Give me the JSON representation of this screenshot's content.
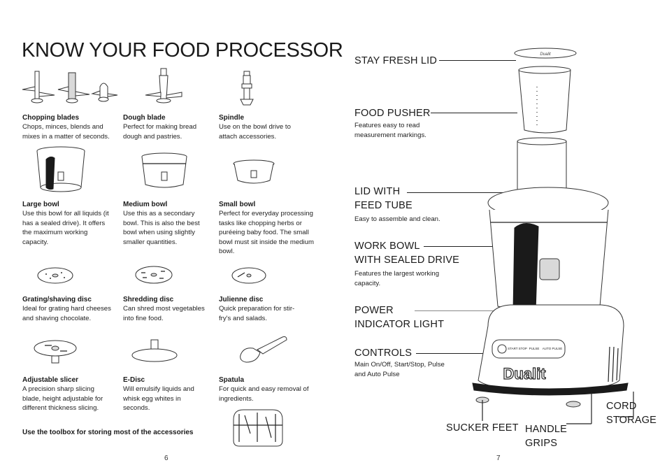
{
  "title": "KNOW YOUR FOOD PROCESSOR",
  "items": [
    {
      "name": "Chopping blades",
      "desc": "Chops, minces, blends and mixes in a matter of seconds."
    },
    {
      "name": "Dough blade",
      "desc": "Perfect for making bread dough and pastries."
    },
    {
      "name": "Spindle",
      "desc": "Use on the bowl drive to attach accessories."
    },
    {
      "name": "Large bowl",
      "desc": "Use this bowl for all liquids (it has a sealed drive). It offers the maximum working capacity."
    },
    {
      "name": "Medium bowl",
      "desc": "Use this as a secondary bowl. This is also the best bowl when using slightly smaller quantities."
    },
    {
      "name": "Small bowl",
      "desc": "Perfect for everyday processing tasks like chopping herbs or puréeing baby food. The small bowl must sit inside the medium bowl."
    },
    {
      "name": "Grating/shaving disc",
      "desc": "Ideal for grating hard cheeses and shaving chocolate."
    },
    {
      "name": "Shredding disc",
      "desc": "Can shred most vegetables into fine food."
    },
    {
      "name": "Julienne disc",
      "desc": "Quick preparation for stir-fry's and salads."
    },
    {
      "name": "Adjustable slicer",
      "desc": "A precision sharp slicing blade, height adjustable for different thickness slicing."
    },
    {
      "name": "E-Disc",
      "desc": "Will emulsify liquids and whisk egg whites in seconds."
    },
    {
      "name": "Spatula",
      "desc": "For quick and easy removal of ingredients."
    }
  ],
  "toolbox_note": "Use the toolbox for storing most of the accessories",
  "page_left": "6",
  "page_right": "7",
  "callouts": {
    "stay_fresh_lid": {
      "label": "STAY FRESH LID"
    },
    "food_pusher": {
      "label": "FOOD PUSHER",
      "desc": "Features easy to read measurement markings."
    },
    "lid_feed_tube": {
      "label_1": "LID WITH",
      "label_2": "FEED TUBE",
      "desc": "Easy to assemble and clean."
    },
    "work_bowl": {
      "label_1": "WORK BOWL",
      "label_2": "WITH SEALED DRIVE",
      "desc": "Features the largest working capacity."
    },
    "power_indicator": {
      "label_1": "POWER",
      "label_2": "INDICATOR LIGHT"
    },
    "controls": {
      "label": "CONTROLS",
      "desc": "Main On/Off, Start/Stop, Pulse and Auto Pulse"
    },
    "sucker_feet": {
      "label": "SUCKER FEET"
    },
    "handle_grips": {
      "label_1": "HANDLE",
      "label_2": "GRIPS"
    },
    "cord_storage": {
      "label_1": "CORD",
      "label_2": "STORAGE"
    }
  },
  "machine": {
    "brand": "Dualit",
    "lid_brand": "Dualit",
    "buttons": [
      "START STOP",
      "PULSE",
      "AUTO PULSE"
    ]
  }
}
